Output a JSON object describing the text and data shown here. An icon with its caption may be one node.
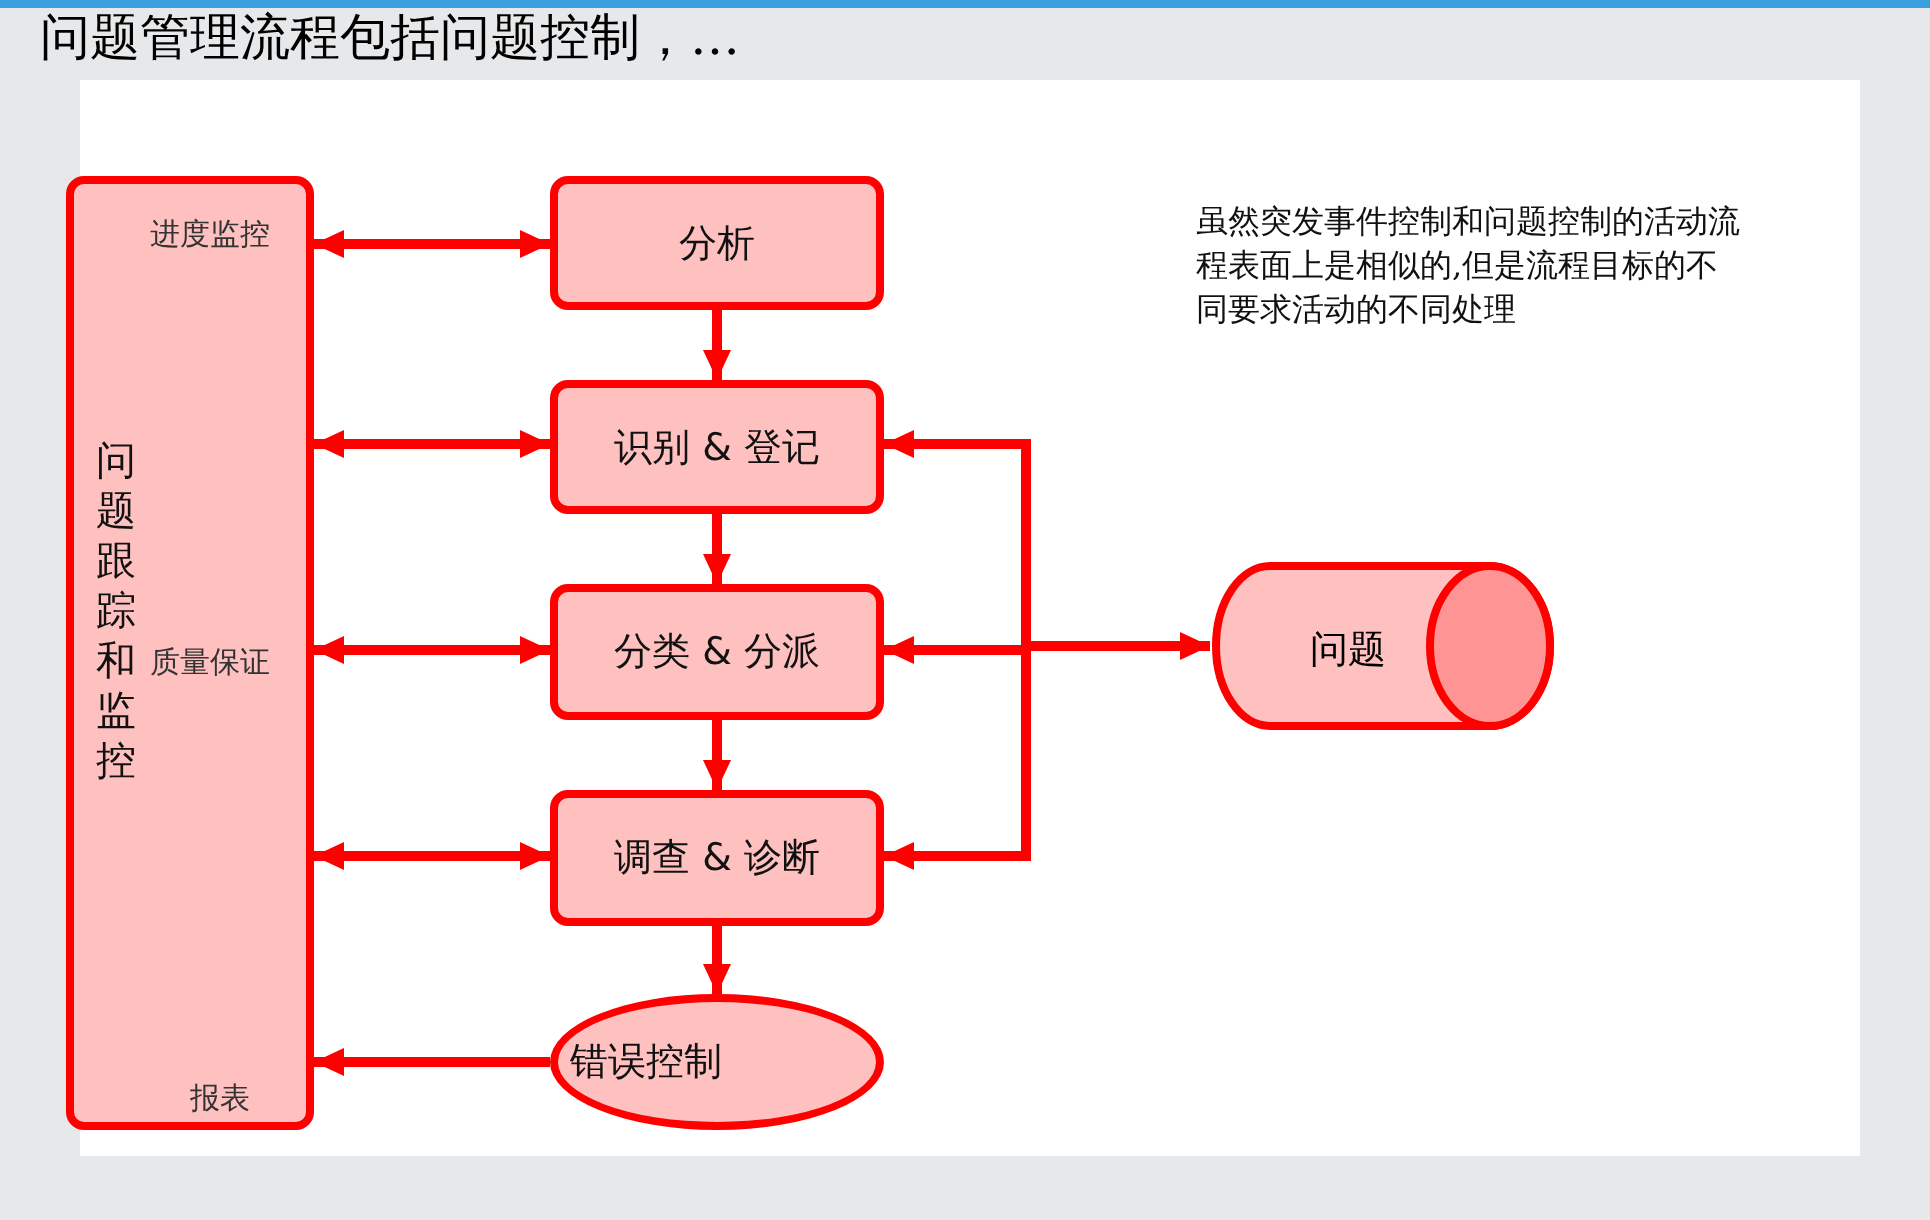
{
  "diagram": {
    "title": "问题管理流程包括问题控制，…",
    "nodes": [
      {
        "text": [
          "问题跟踪和监控",
          "进度监控",
          "质量保证",
          "报表"
        ]
      },
      {
        "text": [
          "分析"
        ]
      },
      {
        "text": [
          "识别 & 登记"
        ]
      },
      {
        "text": [
          "分类 & 分派"
        ]
      },
      {
        "text": [
          "调查 & 诊断"
        ]
      },
      {
        "text": [
          "错误控制"
        ]
      },
      {
        "text": [
          "问题"
        ]
      }
    ],
    "edges": [
      {
        "from": 0,
        "to": 1,
        "arrow": "both"
      },
      {
        "from": 0,
        "to": 2,
        "arrow": "both"
      },
      {
        "from": 0,
        "to": 3,
        "arrow": "both"
      },
      {
        "from": 0,
        "to": 4,
        "arrow": "both"
      },
      {
        "from": 5,
        "to": 0,
        "arrow": "to"
      },
      {
        "from": 1,
        "to": 2,
        "arrow": "to"
      },
      {
        "from": 2,
        "to": 3,
        "arrow": "to"
      },
      {
        "from": 3,
        "to": 4,
        "arrow": "to"
      },
      {
        "from": 4,
        "to": 5,
        "arrow": "to"
      },
      {
        "from": 3,
        "to": 6,
        "arrow": "both"
      },
      {
        "from": 6,
        "to": 2,
        "arrow": "to"
      },
      {
        "from": 6,
        "to": 4,
        "arrow": "to"
      }
    ],
    "labels": [
      "虽然突发事件控制和问题控制的活动流程表面上是相似的,但是流程目标的不同要求活动的不同处理"
    ]
  }
}
